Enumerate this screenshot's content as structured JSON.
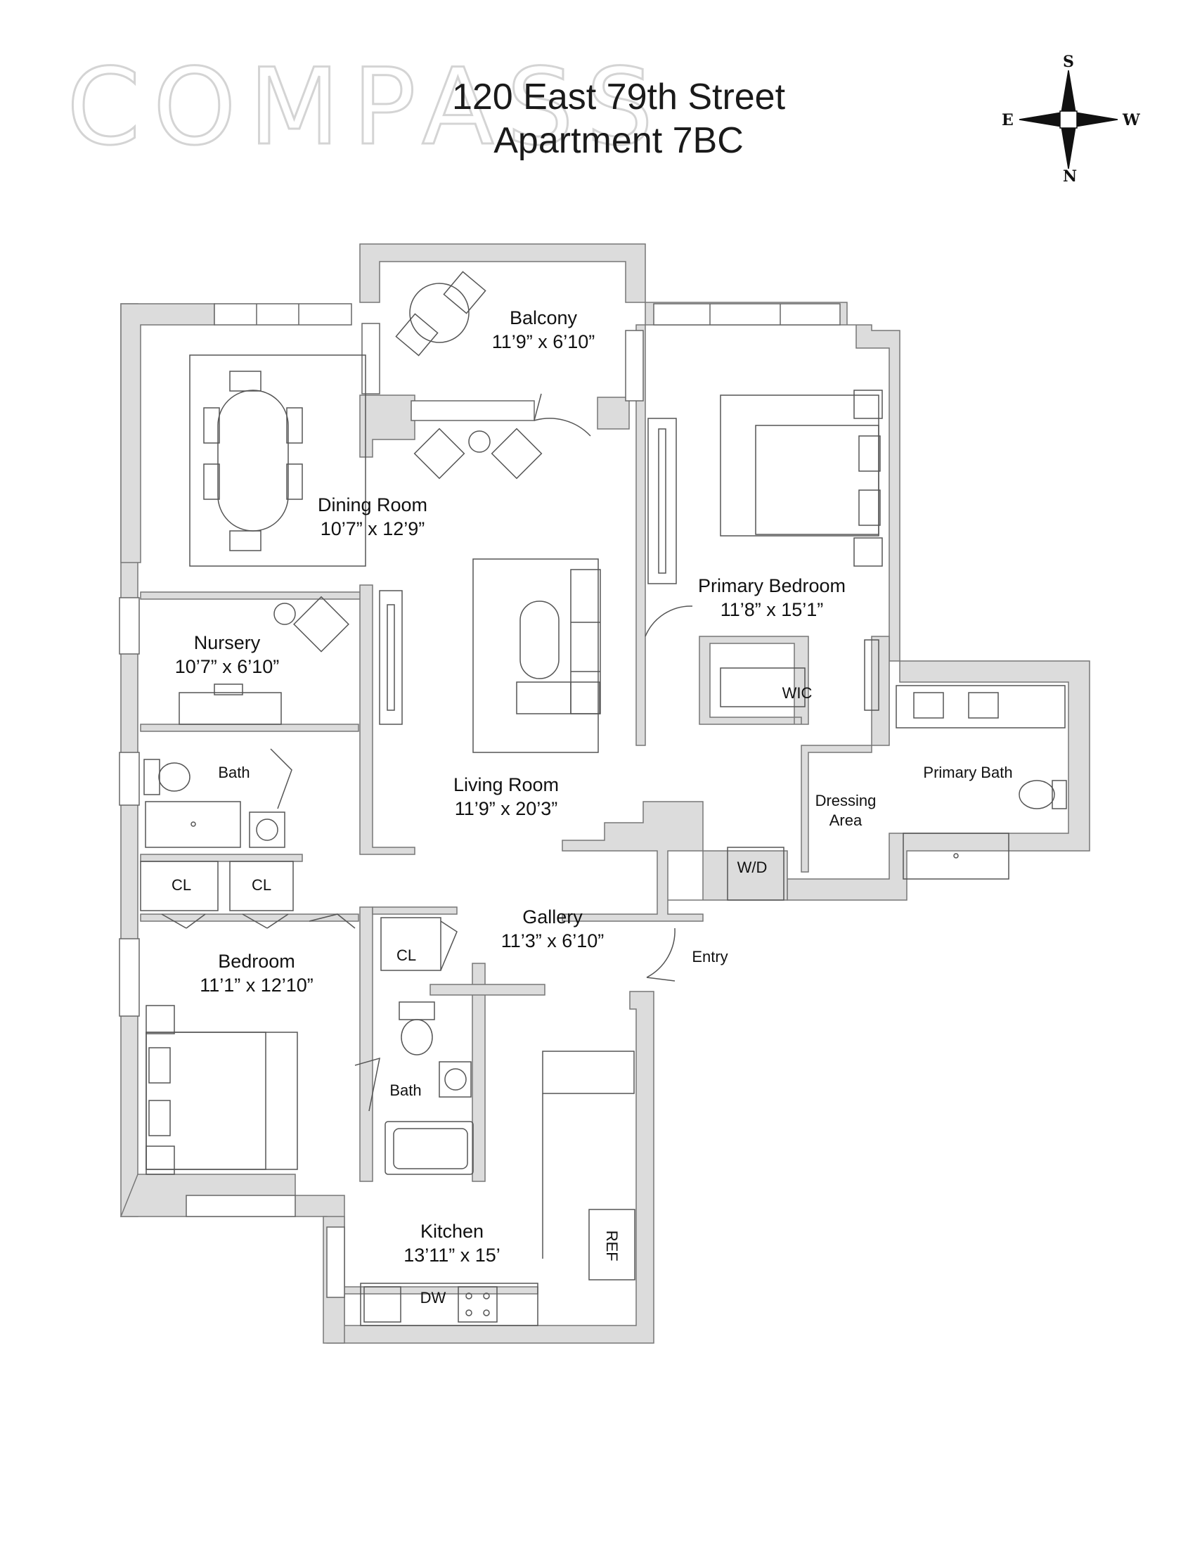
{
  "title": {
    "line1": "120 East 79th Street",
    "line2": "Apartment 7BC"
  },
  "logo": {
    "text": "COMPASS"
  },
  "compass": {
    "north": "N",
    "south": "S",
    "east": "E",
    "west": "W"
  },
  "rooms": {
    "balcony": {
      "name": "Balcony",
      "size": "11’9” x 6’10”"
    },
    "dining": {
      "name": "Dining Room",
      "size": "10’7” x 12’9”"
    },
    "primary_bedroom": {
      "name": "Primary Bedroom",
      "size": "11’8” x 15’1”"
    },
    "nursery": {
      "name": "Nursery",
      "size": "10’7” x 6’10”"
    },
    "wic": {
      "name": "WIC"
    },
    "living": {
      "name": "Living Room",
      "size": "11’9” x 20’3”"
    },
    "primary_bath": {
      "name": "Primary Bath"
    },
    "dressing": {
      "line1": "Dressing",
      "line2": "Area"
    },
    "bath_upper": {
      "name": "Bath"
    },
    "wd": {
      "name": "W/D"
    },
    "cl_left": {
      "name": "CL"
    },
    "cl_right": {
      "name": "CL"
    },
    "gallery": {
      "name": "Gallery",
      "size": "11’3” x 6’10”"
    },
    "entry": {
      "name": "Entry"
    },
    "bedroom": {
      "name": "Bedroom",
      "size": "11’1” x 12’10”"
    },
    "cl_hall": {
      "name": "CL"
    },
    "bath_lower": {
      "name": "Bath"
    },
    "kitchen": {
      "name": "Kitchen",
      "size": "13’11” x 15’"
    },
    "ref": {
      "name": "REF"
    },
    "dw": {
      "name": "DW"
    }
  },
  "colors": {
    "wall": "#dcdcdc",
    "line": "#555555",
    "background": "#ffffff"
  }
}
